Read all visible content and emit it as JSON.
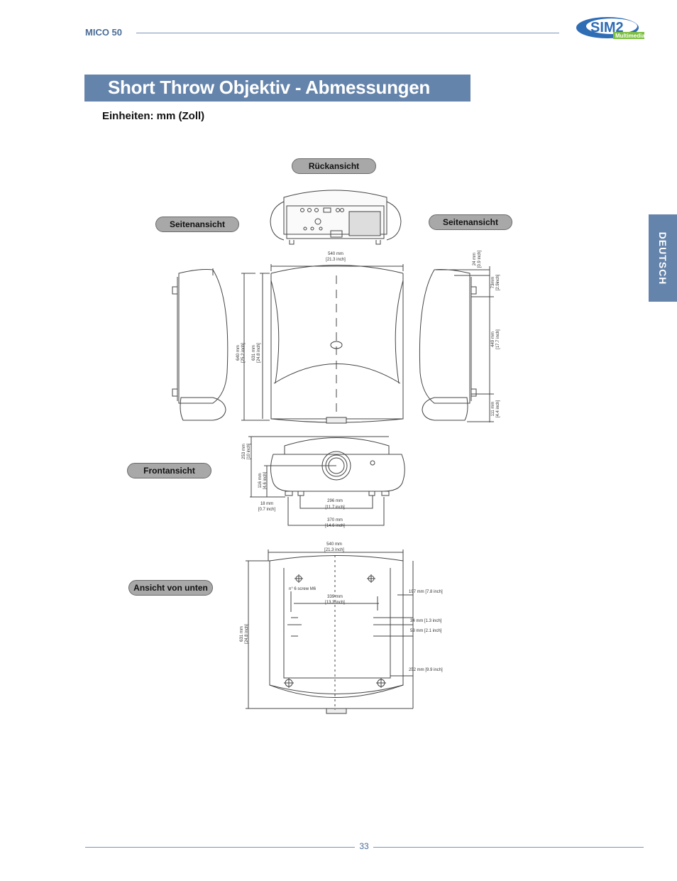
{
  "header": {
    "product": "MICO 50",
    "logo": {
      "brand": "SIM2",
      "sub": "Multimedia"
    }
  },
  "title": "Short Throw Objektiv - Abmessungen",
  "units": "Einheiten: mm (Zoll)",
  "side_tab": "DEUTSCH",
  "views": {
    "back": "Rückansicht",
    "side_left": "Seitenansicht",
    "side_right": "Seitenansicht",
    "front": "Frontansicht",
    "bottom": "Ansicht von unten"
  },
  "dims": {
    "top_width": [
      "540 mm",
      "[21.3 inch]"
    ],
    "side_depth": [
      "640 mm",
      "[25.2 inch]"
    ],
    "top_depth": [
      "631 mm",
      "[24.8 inch]"
    ],
    "r_24": [
      "24 mm",
      "[0.9 inch]"
    ],
    "r_73": [
      "73mm",
      "[2.9inch]"
    ],
    "r_449": [
      "449 mm",
      "[17.7 inch]"
    ],
    "r_111": [
      "111 mm",
      "[4.4 inch]"
    ],
    "front_253": [
      "253 mm",
      "[10 inch]"
    ],
    "front_116": [
      "116 mm",
      "[4.6 inch]"
    ],
    "front_18": [
      "18 mm",
      "[0.7 inch]"
    ],
    "front_296": [
      "296 mm",
      "[11.7 inch]"
    ],
    "front_370": [
      "370 mm",
      "[14.6 inch]"
    ],
    "bottom_width": [
      "540 mm",
      "[21.3 inch]"
    ],
    "bottom_depth": [
      "631 mm",
      "[24.8 inch]"
    ],
    "screw": "n° 6 screw M6",
    "bottom_339": [
      "339 mm",
      "[13.3 inch]"
    ],
    "b_197": "197 mm [7.8 inch]",
    "b_34": "34 mm [1.3 inch]",
    "b_53": "53 mm [2.1 inch]",
    "b_252": "252 mm [9.9 inch]"
  },
  "page_number": "33",
  "colors": {
    "accent": "#6584ab",
    "rule": "#7a93b5",
    "pill": "#a8a8a8"
  }
}
